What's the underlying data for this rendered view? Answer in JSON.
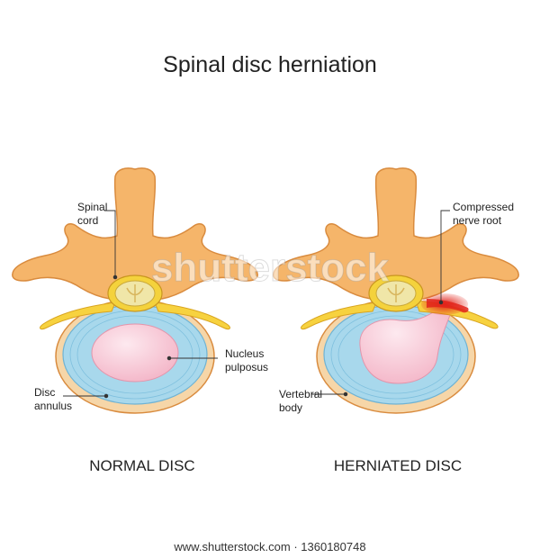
{
  "title": "Spinal disc herniation",
  "panels": {
    "normal": {
      "caption": "NORMAL DISC",
      "labels": {
        "spinal_cord_line1": "Spinal",
        "spinal_cord_line2": "cord",
        "nucleus_line1": "Nucleus",
        "nucleus_line2": "pulposus",
        "annulus_line1": "Disc",
        "annulus_line2": "annulus"
      }
    },
    "herniated": {
      "caption": "HERNIATED DISC",
      "labels": {
        "nerve_line1": "Compressed",
        "nerve_line2": "nerve root",
        "vertebral_line1": "Vertebral",
        "vertebral_line2": "body"
      }
    }
  },
  "watermark": "shutterstock",
  "footer": "www.shutterstock.com · 1360180748",
  "colors": {
    "bone": "#f5b56a",
    "bone_outline": "#d98b3e",
    "body_fill": "#f6d6a8",
    "annulus": "#a8d8ec",
    "annulus_line": "#6fb3d4",
    "nucleus": "#f7c6d4",
    "cord_yellow": "#f4d23c",
    "nerve_yellow": "#f7d23f",
    "inflamed": "#e2231a"
  }
}
